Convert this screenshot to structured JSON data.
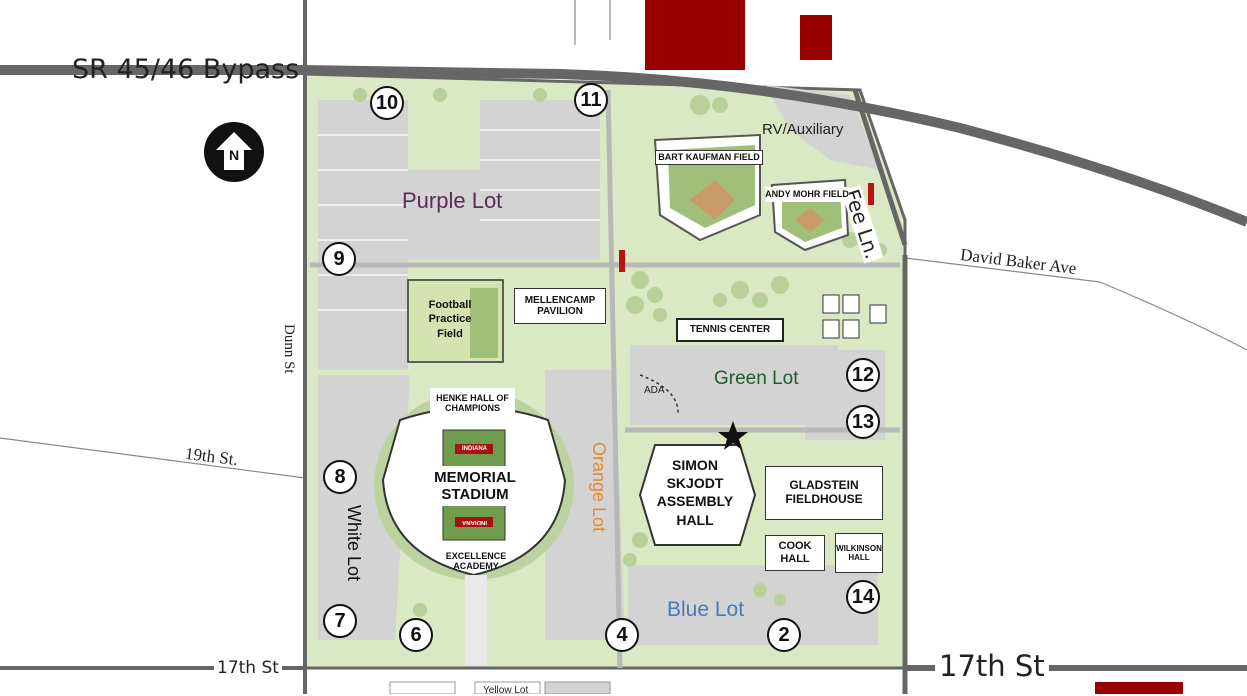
{
  "roads": {
    "bypass": "SR 45/46 Bypass",
    "fee": "Fee Ln.",
    "david_baker": "David Baker Ave",
    "dunn": "Dunn St",
    "nineteenth": "19th St.",
    "seventeenth_left": "17th St",
    "seventeenth_right": "17th St"
  },
  "lots": {
    "purple": "Purple Lot",
    "green": "Green Lot",
    "orange": "Orange Lot",
    "white": "White Lot",
    "blue": "Blue Lot",
    "rv": "RV/Auxiliary",
    "ada": "ADA",
    "yellow": "Yellow Lot"
  },
  "buildings": {
    "bart_kaufman": "BART KAUFMAN FIELD",
    "andy_mohr": "ANDY MOHR FIELD",
    "mellencamp": "MELLENCAMP PAVILION",
    "football_practice": "Football Practice Field",
    "tennis_center": "TENNIS CENTER",
    "henke": "HENKE HALL OF CHAMPIONS",
    "memorial_stadium": "MEMORIAL STADIUM",
    "excellence": "EXCELLENCE ACADEMY",
    "assembly_hall": "SIMON SKJODT ASSEMBLY HALL",
    "gladstein": "GLADSTEIN FIELDHOUSE",
    "cook": "COOK HALL",
    "wilkinson": "WILKINSON HALL",
    "field_endzone_top": "INDIANA",
    "field_endzone_bottom": "INDIANA"
  },
  "gates": [
    "10",
    "11",
    "9",
    "8",
    "7",
    "6",
    "4",
    "2",
    "12",
    "13",
    "14"
  ],
  "compass": {
    "label": "N",
    "icon": "north-arrow-icon"
  },
  "marker": {
    "icon": "star-icon"
  },
  "colors": {
    "campus": "#dbe8c4",
    "lot": "#d3d3d3",
    "road": "#666666",
    "crimson": "#990000",
    "purple": "#5a2d55",
    "green": "#1f5c2e",
    "orange": "#e68a2e",
    "blue": "#4a78b8"
  }
}
